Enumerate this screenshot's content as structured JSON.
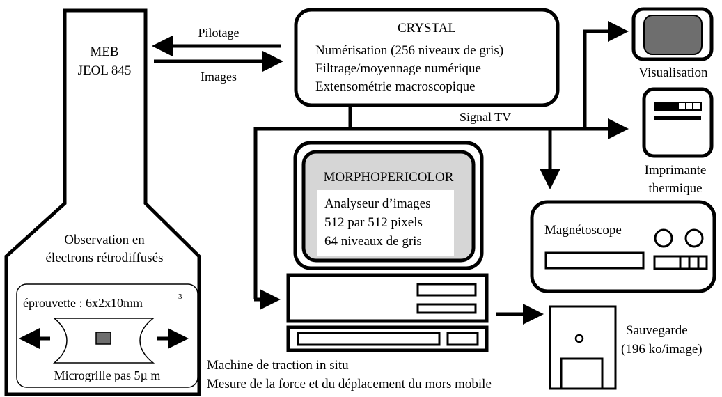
{
  "meb": {
    "line1": "MEB",
    "line2": "JEOL 845"
  },
  "links": {
    "pilotage": "Pilotage",
    "images": "Images",
    "signal_tv": "Signal TV"
  },
  "crystal": {
    "title": "CRYSTAL",
    "line1": "Numérisation (256 niveaux de gris)",
    "line2": "Filtrage/moyennage numérique",
    "line3": "Extensométrie macroscopique"
  },
  "visualisation": {
    "label": "Visualisation"
  },
  "printer": {
    "label1": "Imprimante",
    "label2": "thermique"
  },
  "morpho": {
    "title": "MORPHOPERICOLOR",
    "line1": "Analyseur d’images",
    "line2": "512 par 512 pixels",
    "line3": "64 niveaux de gris"
  },
  "vcr": {
    "label": "Magnétoscope"
  },
  "observation": {
    "line1": "Observation en",
    "line2": "électrons rétrodiffusés"
  },
  "specimen": {
    "label": "éprouvette : 6x2x10mm",
    "exponent": "3",
    "grid_label": "Microgrille pas 5µ m"
  },
  "traction": {
    "line1": "Machine de traction in situ",
    "line2": "Mesure de la force et du déplacement du mors mobile"
  },
  "backup": {
    "line1": "Sauvegarde",
    "line2": "(196 ko/image)"
  },
  "colors": {
    "screen_fill": "#d6d6d6",
    "monitor_gray": "#6e6e6e",
    "stroke": "#000000"
  }
}
